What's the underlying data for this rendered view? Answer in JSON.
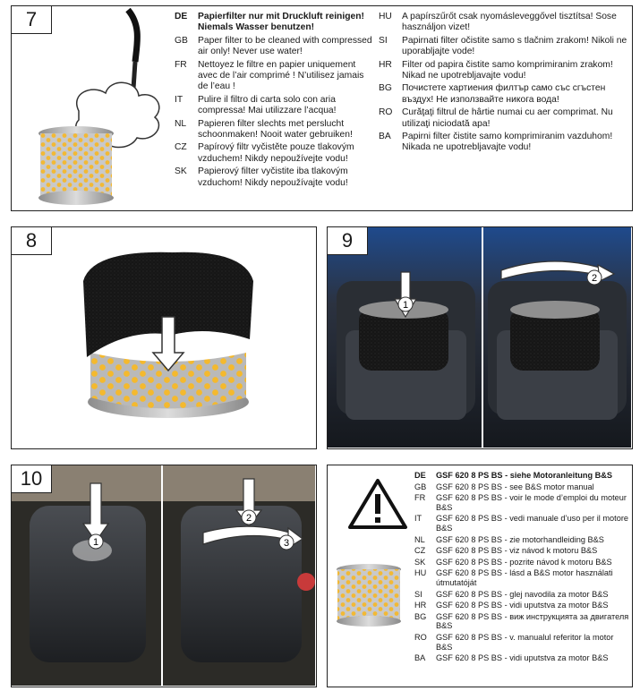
{
  "steps": {
    "s7": "7",
    "s8": "8",
    "s9": "9",
    "s10": "10"
  },
  "callouts": {
    "c1": "1",
    "c2": "2",
    "c3": "3"
  },
  "panel7": {
    "left": [
      {
        "code": "DE",
        "text": "Papierfilter nur mit Druckluft reinigen! Niemals Wasser benutzen!",
        "bold": true
      },
      {
        "code": "GB",
        "text": "Paper filter to be cleaned with compressed air only! Never use water!"
      },
      {
        "code": "FR",
        "text": "Nettoyez le filtre en papier uniquement avec de l’air comprimé ! N’utilisez jamais de l’eau !"
      },
      {
        "code": "IT",
        "text": "Pulire il filtro di carta solo con aria compressa! Mai utilizzare l’acqua!"
      },
      {
        "code": "NL",
        "text": "Papieren filter slechts met perslucht schoonmaken! Nooit water gebruiken!"
      },
      {
        "code": "CZ",
        "text": "Papírový filtr vyčistěte pouze tlakovým vzduchem! Nikdy nepoužívejte vodu!"
      },
      {
        "code": "SK",
        "text": "Papierový filter vyčistite iba tlakovým vzduchom! Nikdy nepoužívajte vodu!"
      }
    ],
    "right": [
      {
        "code": "HU",
        "text": "A papírszűrőt csak nyomásleveggővel tisztítsa! Sose használjon vizet!"
      },
      {
        "code": "SI",
        "text": "Papirnati filter očistite samo s tlačnim zrakom! Nikoli ne uporabljajte vode!"
      },
      {
        "code": "HR",
        "text": "Filter od papira čistite samo komprimiranim zrakom! Nikad ne upotrebljavajte vodu!"
      },
      {
        "code": "BG",
        "text": "Почистете хартиения филтър само със сгъстен въздух! Не използвайте никога вода!"
      },
      {
        "code": "RO",
        "text": "Curăţaţi filtrul de hârtie numai cu aer comprimat. Nu utilizaţi niciodată apa!"
      },
      {
        "code": "BA",
        "text": "Papirni filter čistite samo komprimiranim vazduhom! Nikada ne upotrebljavajte vodu!"
      }
    ]
  },
  "info_panel": {
    "rows": [
      {
        "code": "DE",
        "text": "GSF 620 8 PS BS - siehe Motoranleitung B&S",
        "bold": true
      },
      {
        "code": "GB",
        "text": "GSF 620 8 PS BS - see B&S motor manual"
      },
      {
        "code": "FR",
        "text": "GSF 620 8 PS BS - voir le mode d’emploi du moteur B&S"
      },
      {
        "code": "IT",
        "text": "GSF 620 8 PS BS - vedi manuale d’uso per il motore B&S"
      },
      {
        "code": "NL",
        "text": "GSF 620 8 PS BS - zie motorhandleiding B&S"
      },
      {
        "code": "CZ",
        "text": "GSF 620 8 PS BS - viz návod k motoru B&S"
      },
      {
        "code": "SK",
        "text": "GSF 620 8 PS BS - pozrite návod k motoru B&S"
      },
      {
        "code": "HU",
        "text": "GSF 620 8 PS BS - lásd a B&S motor használati útmutatóját"
      },
      {
        "code": "SI",
        "text": "GSF 620 8 PS BS - glej navodila za motor B&S"
      },
      {
        "code": "HR",
        "text": "GSF 620 8 PS BS - vidi uputstva za motor B&S"
      },
      {
        "code": "BG",
        "text": "GSF 620 8 PS BS - виж инструкцията за двигателя B&S"
      },
      {
        "code": "RO",
        "text": "GSF 620 8 PS BS - v. manualul referitor la motor B&S"
      },
      {
        "code": "BA",
        "text": "GSF 620 8 PS BS - vidi uputstva za motor B&S"
      }
    ]
  },
  "colors": {
    "filter_yellow": "#f2b935",
    "foam_black": "#1c1c1c",
    "engine_dark": "#2b2f36",
    "bg_blue": "#1d3e7a",
    "border": "#222222"
  }
}
